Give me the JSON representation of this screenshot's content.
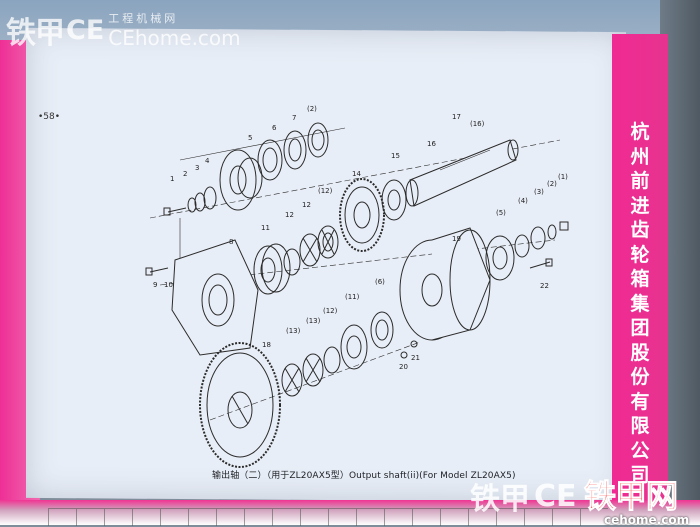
{
  "watermark_top": {
    "cn": "铁甲",
    "latin": "CE",
    "sub": "工程机械网",
    "url": "CEhome.com"
  },
  "watermark_bottom": {
    "cn": "铁甲",
    "latin": "CE"
  },
  "logo": {
    "cn": "铁甲网",
    "url": "cehome.com"
  },
  "page_marker": "•58•",
  "side_text": "杭州前进齿轮箱集团股份有限公司",
  "caption": "输出轴（二）（用于ZL20AX5型）Output shaft(ii)(For Model ZL20AX5)",
  "part_labels": [
    {
      "id": "p1",
      "text": "1"
    },
    {
      "id": "p2",
      "text": "2"
    },
    {
      "id": "p3",
      "text": "3"
    },
    {
      "id": "p4",
      "text": "4"
    },
    {
      "id": "p5",
      "text": "5"
    },
    {
      "id": "p6",
      "text": "6"
    },
    {
      "id": "p7",
      "text": "7"
    },
    {
      "id": "p8",
      "text": "(2)"
    },
    {
      "id": "p9",
      "text": "(12)"
    },
    {
      "id": "p10",
      "text": "14"
    },
    {
      "id": "p11",
      "text": "15"
    },
    {
      "id": "p12",
      "text": "16"
    },
    {
      "id": "p13",
      "text": "17"
    },
    {
      "id": "p14",
      "text": "(16)"
    },
    {
      "id": "p15",
      "text": "(1)"
    },
    {
      "id": "p16",
      "text": "(2)"
    },
    {
      "id": "p17",
      "text": "(3)"
    },
    {
      "id": "p18",
      "text": "(4)"
    },
    {
      "id": "p19",
      "text": "(5)"
    },
    {
      "id": "p20",
      "text": "19"
    },
    {
      "id": "p21",
      "text": "22"
    },
    {
      "id": "p22",
      "text": "8"
    },
    {
      "id": "p23",
      "text": "9"
    },
    {
      "id": "p24",
      "text": "10"
    },
    {
      "id": "p25",
      "text": "11"
    },
    {
      "id": "p26",
      "text": "12"
    },
    {
      "id": "p27",
      "text": "12"
    },
    {
      "id": "p28",
      "text": "(6)"
    },
    {
      "id": "p29",
      "text": "(11)"
    },
    {
      "id": "p30",
      "text": "(12)"
    },
    {
      "id": "p31",
      "text": "(13)"
    },
    {
      "id": "p32",
      "text": "(13)"
    },
    {
      "id": "p33",
      "text": "18"
    },
    {
      "id": "p34",
      "text": "20"
    },
    {
      "id": "p35",
      "text": "21"
    }
  ]
}
